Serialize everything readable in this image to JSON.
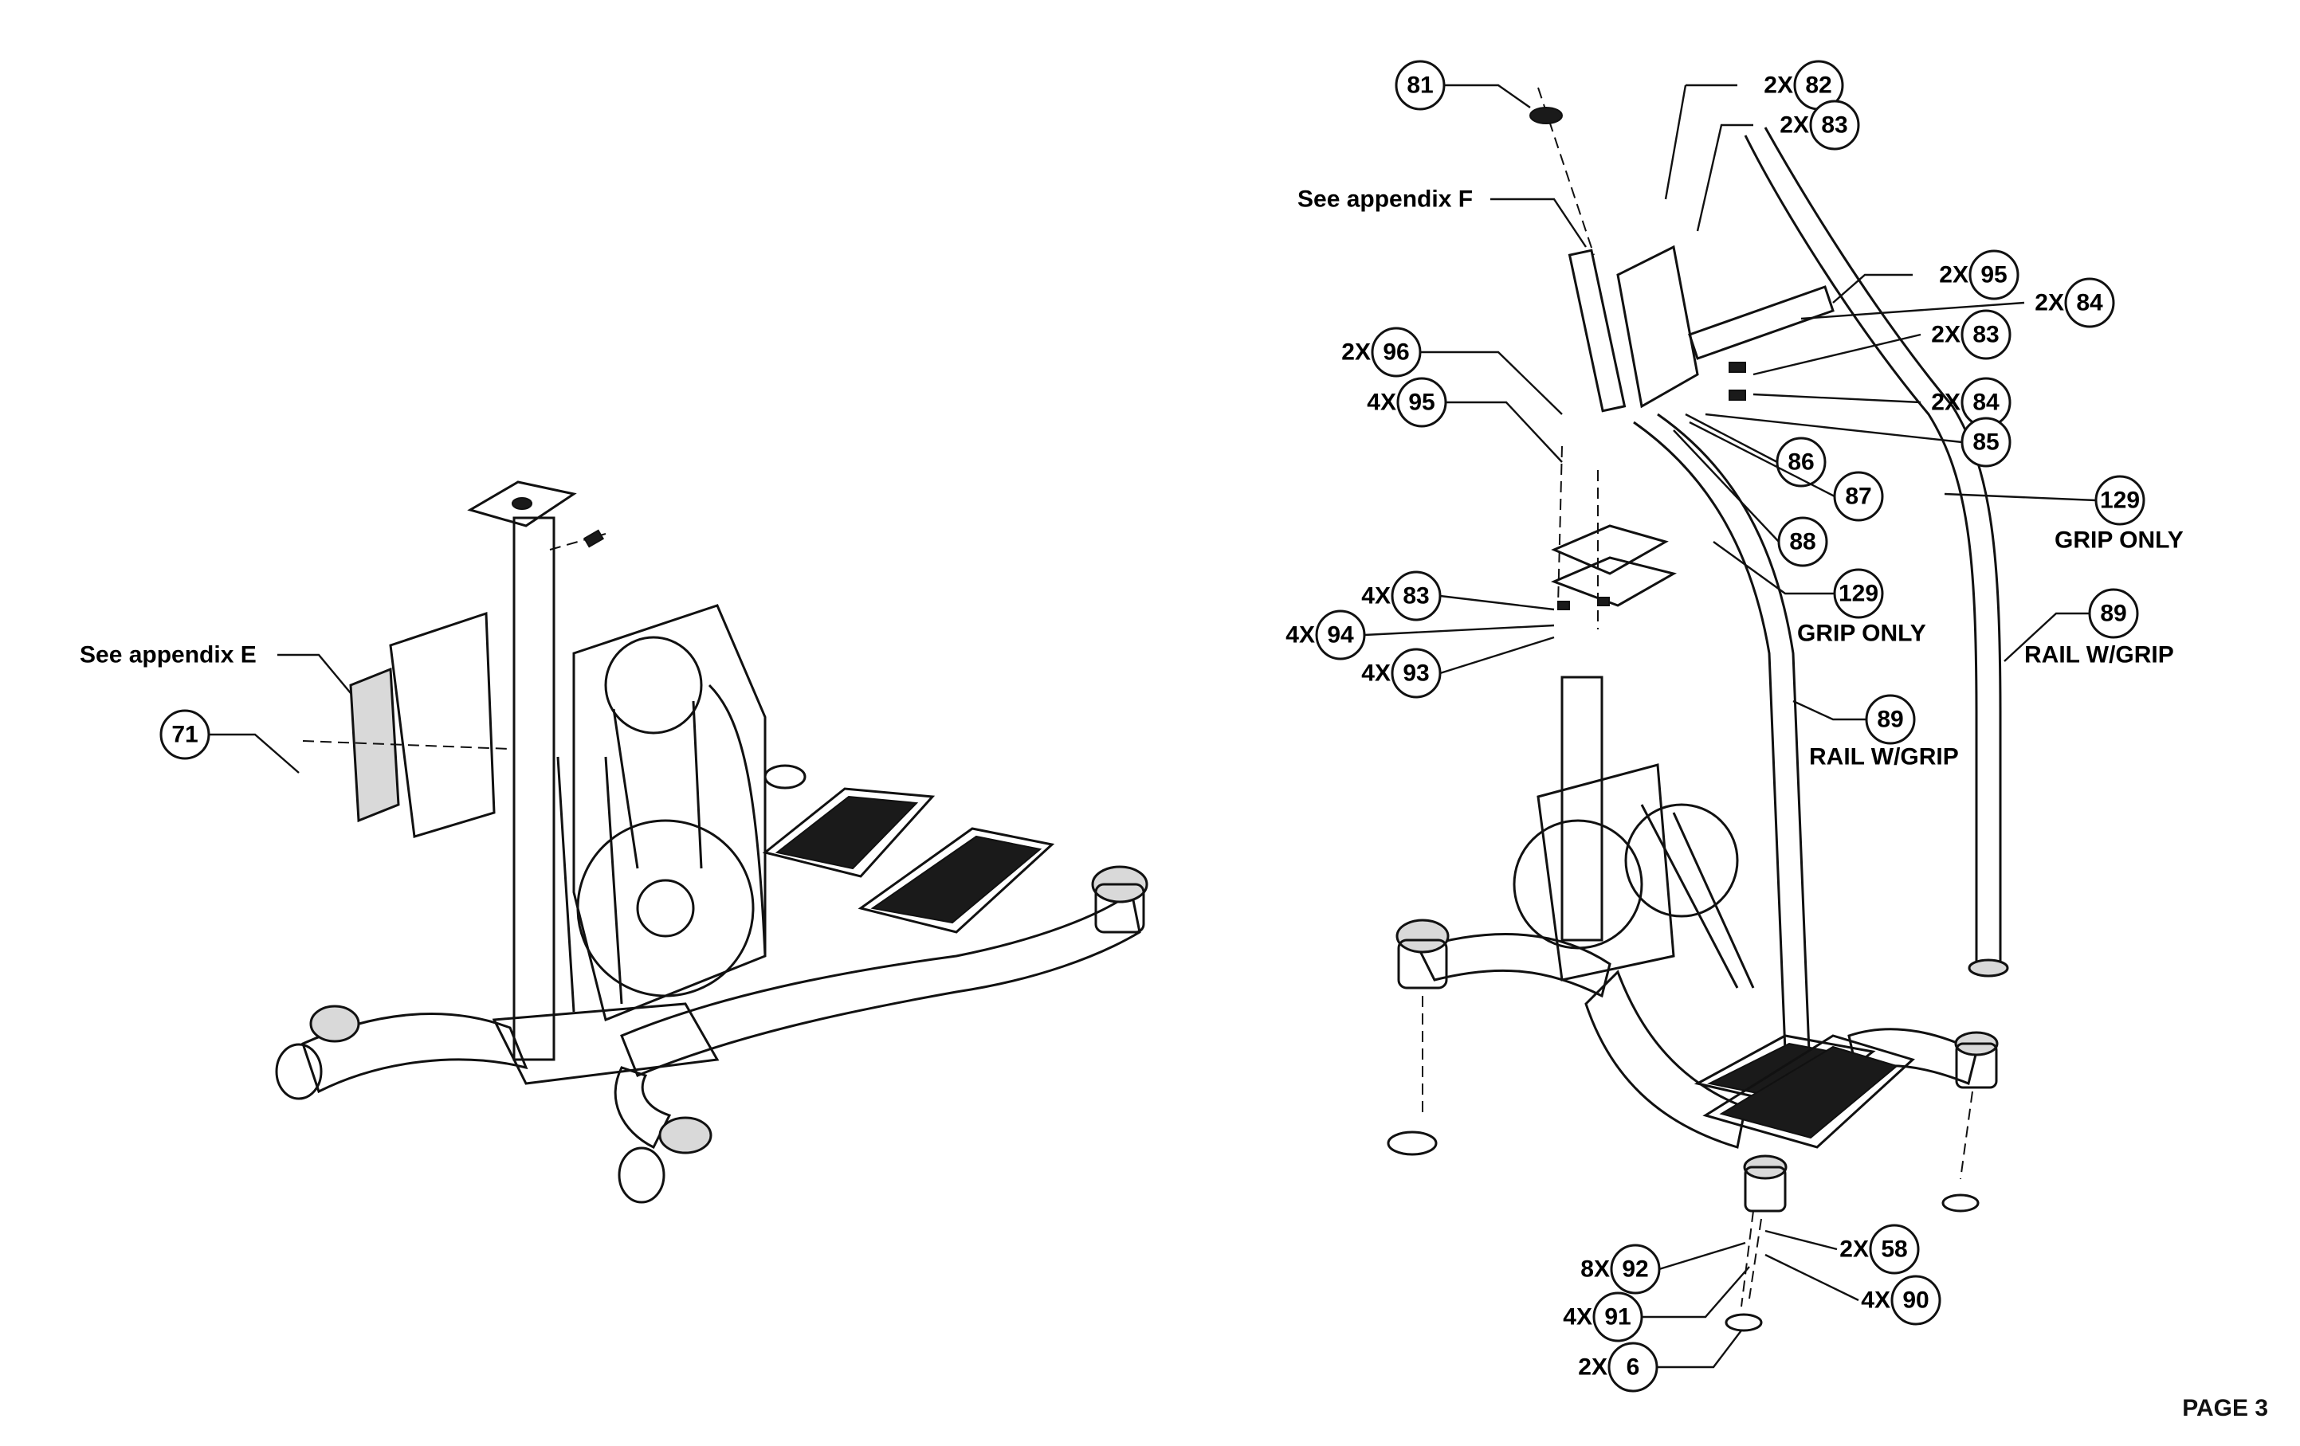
{
  "page_label": "PAGE 3",
  "left_view": {
    "notes": [
      {
        "id": "appendix-e",
        "text": "See appendix E"
      }
    ],
    "callouts": [
      {
        "id": "c71",
        "number": "71",
        "multiplier": ""
      }
    ]
  },
  "right_view": {
    "notes": [
      {
        "id": "appendix-f",
        "text": "See appendix F"
      },
      {
        "id": "grip-only-129-right",
        "text": "GRIP ONLY"
      },
      {
        "id": "rail-grip-89-right",
        "text": "RAIL W/GRIP"
      },
      {
        "id": "grip-only-129-left",
        "text": "GRIP ONLY"
      },
      {
        "id": "rail-grip-89-left",
        "text": "RAIL W/GRIP"
      }
    ],
    "callouts": [
      {
        "id": "c81",
        "number": "81",
        "multiplier": ""
      },
      {
        "id": "c82",
        "number": "82",
        "multiplier": "2X"
      },
      {
        "id": "c83a",
        "number": "83",
        "multiplier": "2X"
      },
      {
        "id": "c95a",
        "number": "95",
        "multiplier": "2X"
      },
      {
        "id": "c84a",
        "number": "84",
        "multiplier": "2X"
      },
      {
        "id": "c83b",
        "number": "83",
        "multiplier": "2X"
      },
      {
        "id": "c84b",
        "number": "84",
        "multiplier": "2X"
      },
      {
        "id": "c85",
        "number": "85",
        "multiplier": ""
      },
      {
        "id": "c96",
        "number": "96",
        "multiplier": "2X"
      },
      {
        "id": "c95b",
        "number": "95",
        "multiplier": "4X"
      },
      {
        "id": "c86",
        "number": "86",
        "multiplier": ""
      },
      {
        "id": "c87",
        "number": "87",
        "multiplier": ""
      },
      {
        "id": "c88",
        "number": "88",
        "multiplier": ""
      },
      {
        "id": "c129a",
        "number": "129",
        "multiplier": ""
      },
      {
        "id": "c129b",
        "number": "129",
        "multiplier": ""
      },
      {
        "id": "c83c",
        "number": "83",
        "multiplier": "4X"
      },
      {
        "id": "c94",
        "number": "94",
        "multiplier": "4X"
      },
      {
        "id": "c93",
        "number": "93",
        "multiplier": "4X"
      },
      {
        "id": "c89a",
        "number": "89",
        "multiplier": ""
      },
      {
        "id": "c89b",
        "number": "89",
        "multiplier": ""
      },
      {
        "id": "c58",
        "number": "58",
        "multiplier": "2X"
      },
      {
        "id": "c92",
        "number": "92",
        "multiplier": "8X"
      },
      {
        "id": "c90",
        "number": "90",
        "multiplier": "4X"
      },
      {
        "id": "c91",
        "number": "91",
        "multiplier": "4X"
      },
      {
        "id": "c6",
        "number": "6",
        "multiplier": "2X"
      }
    ]
  }
}
